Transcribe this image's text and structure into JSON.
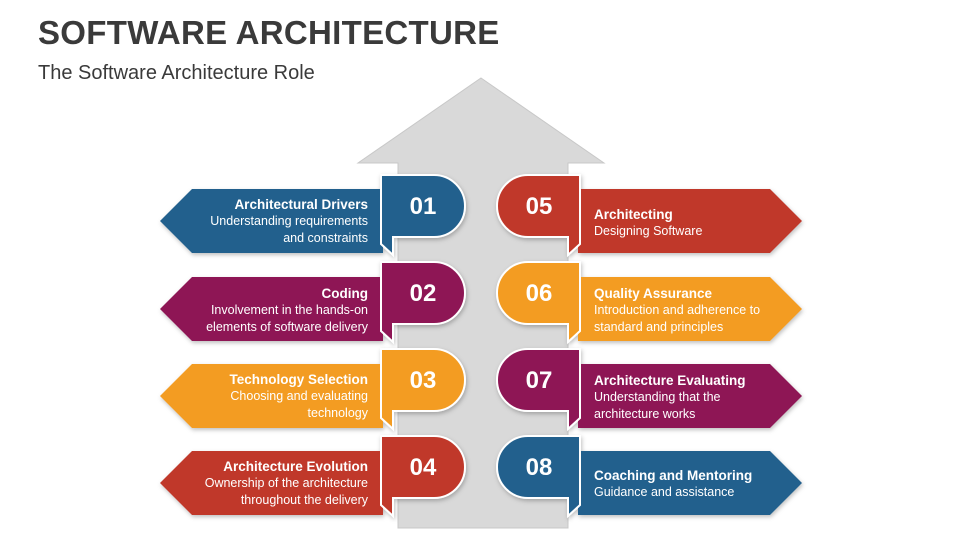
{
  "header": {
    "title": "SOFTWARE ARCHITECTURE",
    "subtitle": "The Software Architecture Role"
  },
  "colors": {
    "blue": "#23618d",
    "magenta": "#8e1654",
    "orange": "#f39c21",
    "red": "#c0392b",
    "arrow_gray": "#d9d9d9"
  },
  "items": [
    {
      "number": "01",
      "title": "Architectural Drivers",
      "desc_line1": "Understanding requirements",
      "desc_line2": "and constraints",
      "color": "#23618d"
    },
    {
      "number": "02",
      "title": "Coding",
      "desc_line1": "Involvement in the hands-on",
      "desc_line2": "elements of software delivery",
      "color": "#8e1654"
    },
    {
      "number": "03",
      "title": "Technology Selection",
      "desc_line1": "Choosing and evaluating",
      "desc_line2": "technology",
      "color": "#f39c21"
    },
    {
      "number": "04",
      "title": "Architecture Evolution",
      "desc_line1": "Ownership of the architecture",
      "desc_line2": "throughout the delivery",
      "color": "#c0392b"
    },
    {
      "number": "05",
      "title": "Architecting",
      "desc_line1": "Designing Software",
      "desc_line2": "",
      "color": "#c0392b"
    },
    {
      "number": "06",
      "title": "Quality Assurance",
      "desc_line1": "Introduction and adherence to",
      "desc_line2": "standard and principles",
      "color": "#f39c21"
    },
    {
      "number": "07",
      "title": "Architecture Evaluating",
      "desc_line1": "Understanding that the",
      "desc_line2": "architecture works",
      "color": "#8e1654"
    },
    {
      "number": "08",
      "title": "Coaching and Mentoring",
      "desc_line1": "Guidance and assistance",
      "desc_line2": "",
      "color": "#23618d"
    }
  ]
}
